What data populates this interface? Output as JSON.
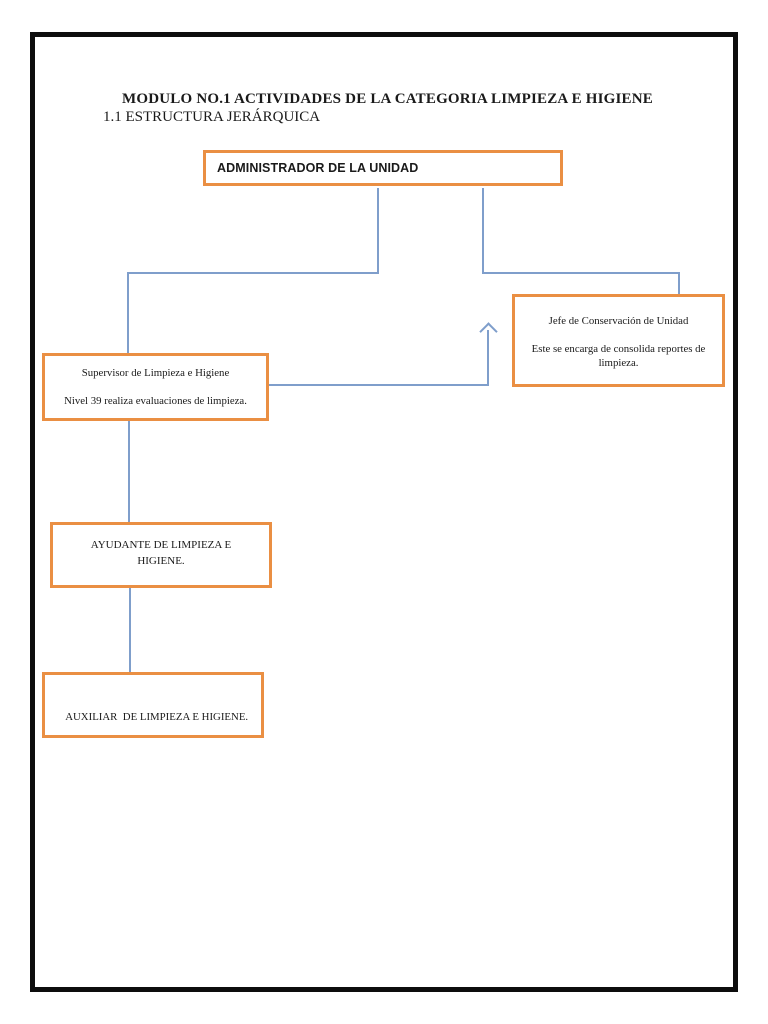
{
  "document": {
    "title": "MODULO NO.1 ACTIVIDADES DE LA CATEGORIA LIMPIEZA E HIGIENE",
    "subtitle": "1.1 ESTRUCTURA JERÁRQUICA"
  },
  "colors": {
    "node_border": "#ea8f43",
    "connector": "#7f9ecb",
    "page_border": "#0d0d0d",
    "text": "#1a1a1a"
  },
  "org_chart": {
    "administrador": {
      "label": "ADMINISTRADOR DE LA UNIDAD"
    },
    "jefe": {
      "line1": "Jefe de Conservación de Unidad",
      "line2": "Este se encarga de consolida reportes de limpieza."
    },
    "supervisor": {
      "line1": "Supervisor de Limpieza e Higiene",
      "line2": "Nivel 39 realiza evaluaciones de limpieza."
    },
    "ayudante": {
      "label": "AYUDANTE DE LIMPIEZA E HIGIENE."
    },
    "auxiliar": {
      "label": "AUXILIAR  DE LIMPIEZA E HIGIENE."
    }
  }
}
